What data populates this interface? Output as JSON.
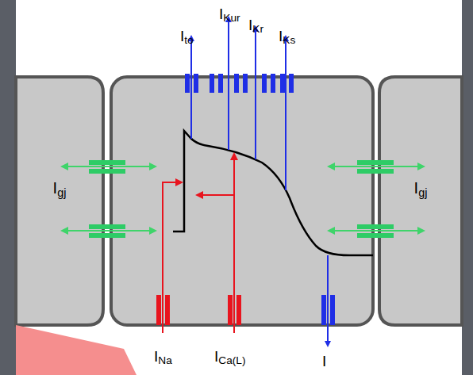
{
  "diagram": {
    "nodes": [
      {
        "text": [
          "Igj"
        ]
      },
      {
        "text": [
          "Igj"
        ]
      }
    ],
    "labels": [
      "Ito",
      "IKur",
      "IKr",
      "IKs",
      "INa",
      "ICa(L)",
      "I"
    ]
  }
}
